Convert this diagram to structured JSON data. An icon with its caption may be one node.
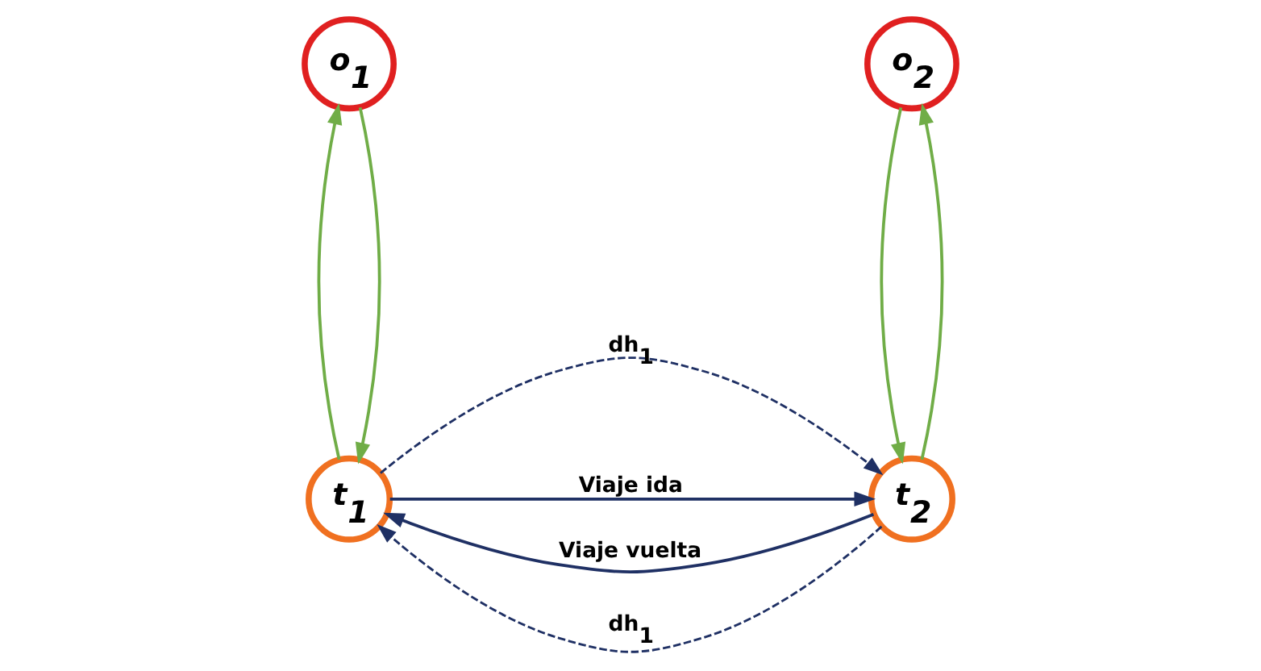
{
  "diagram": {
    "nodes": [
      {
        "text": [
          "t$_{1}$"
        ]
      },
      {
        "text": [
          "t$_{2}$"
        ]
      },
      {
        "text": [
          "o$_{1}$"
        ]
      },
      {
        "text": [
          "o$_{2}$"
        ]
      }
    ],
    "edges": [
      {
        "from": 2,
        "to": 0,
        "arrow": "to",
        "color": "#70ad47"
      },
      {
        "from": 0,
        "to": 2,
        "arrow": "to",
        "color": "#70ad47"
      },
      {
        "from": 0,
        "to": 1,
        "arrow": "to",
        "label": "dh$_{1}$",
        "style": "dashed",
        "color": "#1f3064"
      },
      {
        "from": 0,
        "to": 1,
        "arrow": "to",
        "label": "Viaje ida",
        "color": "#1f3064"
      },
      {
        "from": 1,
        "to": 0,
        "arrow": "to",
        "label": "Viaje vuelta",
        "color": "#1f3064"
      },
      {
        "from": 1,
        "to": 0,
        "arrow": "to",
        "label": "dh$_{1}$",
        "style": "dashed",
        "color": "#1f3064"
      },
      {
        "from": 1,
        "to": 3,
        "arrow": "to",
        "color": "#70ad47"
      },
      {
        "from": 3,
        "to": 1,
        "arrow": "to",
        "color": "#70ad47"
      }
    ]
  }
}
